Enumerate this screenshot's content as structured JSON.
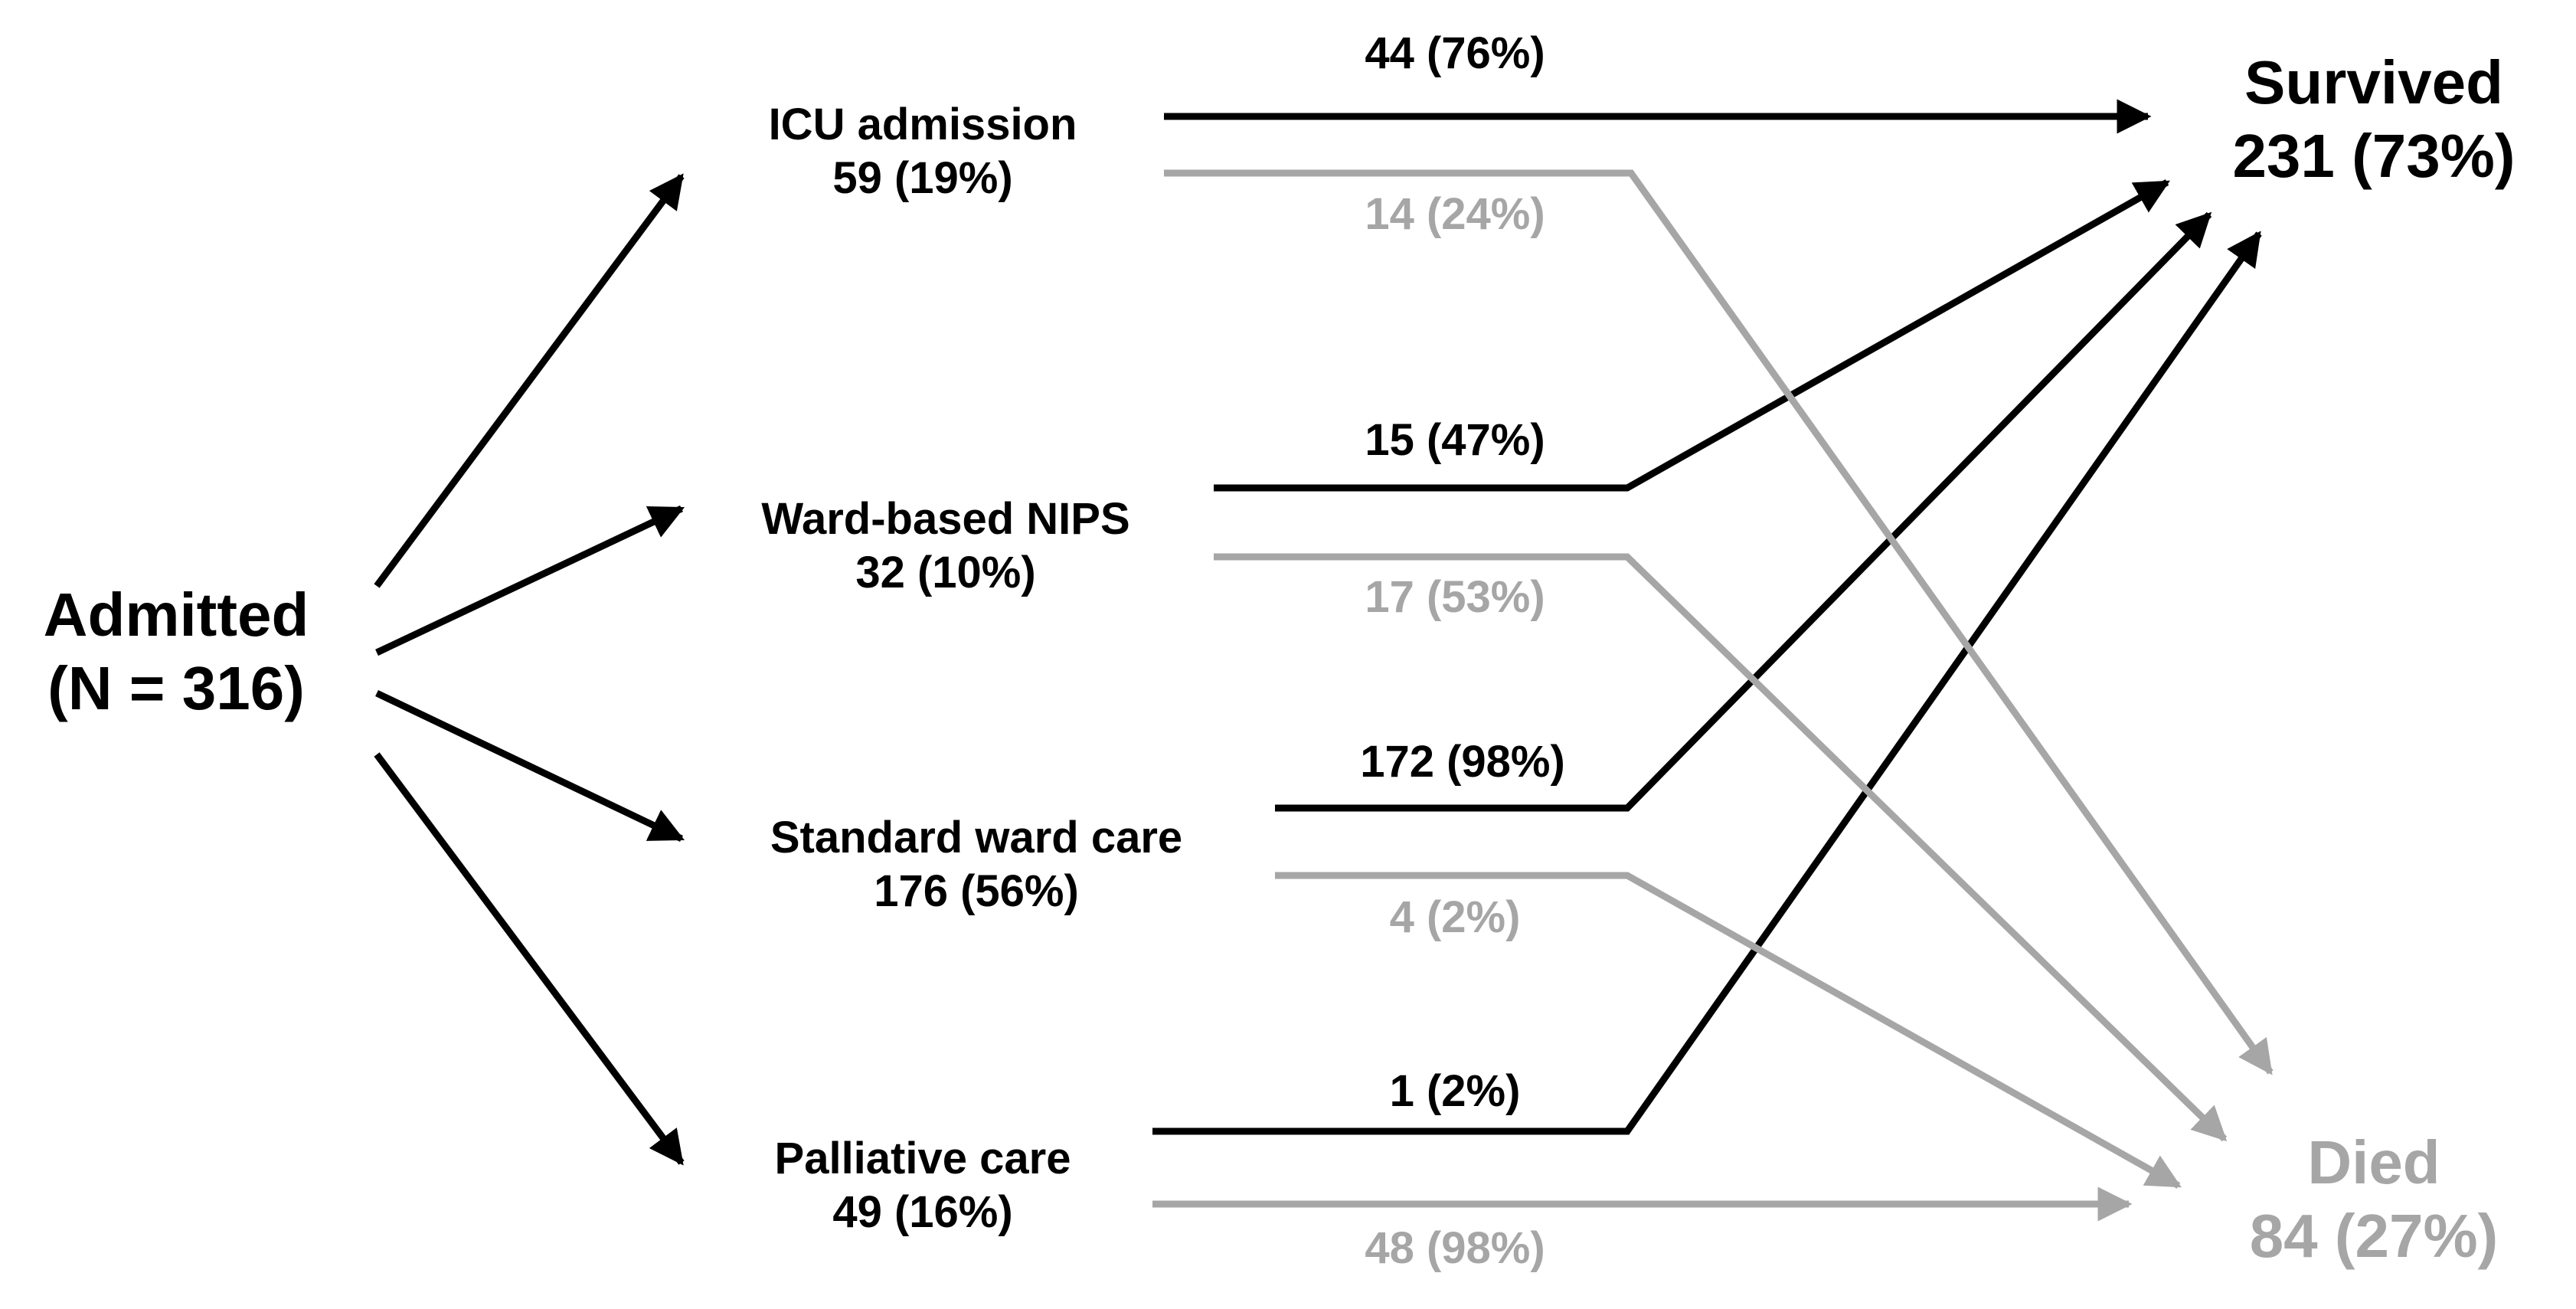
{
  "colors": {
    "survived_path": "#000000",
    "died_path": "#a6a6a6",
    "text_dark": "#000000",
    "text_grey": "#a6a6a6"
  },
  "source": {
    "line1": "Admitted",
    "line2": "(N = 316)"
  },
  "groups": {
    "icu": {
      "name": "ICU admission",
      "count": "59 (19%)"
    },
    "nips": {
      "name": "Ward-based NIPS",
      "count": "32 (10%)"
    },
    "ward": {
      "name": "Standard ward care",
      "count": "176 (56%)"
    },
    "palliative": {
      "name": "Palliative care",
      "count": "49 (16%)"
    }
  },
  "outcomes": {
    "survived": {
      "name": "Survived",
      "count": "231 (73%)"
    },
    "died": {
      "name": "Died",
      "count": "84 (27%)"
    }
  },
  "flows": {
    "icu_survived": "44 (76%)",
    "icu_died": "14 (24%)",
    "nips_survived": "15 (47%)",
    "nips_died": "17 (53%)",
    "ward_survived": "172 (98%)",
    "ward_died": "4 (2%)",
    "palliative_survived": "1 (2%)",
    "palliative_died": "48 (98%)"
  }
}
